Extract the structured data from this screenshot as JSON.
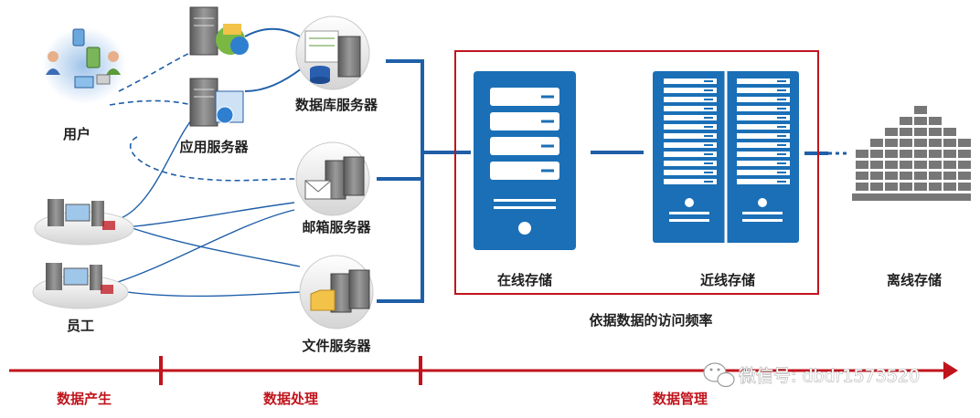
{
  "colors": {
    "accent_red": "#c0141d",
    "storage_blue": "#1a6fb6",
    "line_blue": "#1f5fa8",
    "offline_gray": "#777777"
  },
  "labels": {
    "user": "用户",
    "employee": "员工",
    "app_server": "应用服务器",
    "db_server": "数据库服务器",
    "mail_server": "邮箱服务器",
    "file_server": "文件服务器",
    "online_storage": "在线存储",
    "nearline_storage": "近线存储",
    "offline_storage": "离线存储",
    "access_frequency": "依据数据的访问频率"
  },
  "timeline": {
    "stages": [
      "数据产生",
      "数据处理",
      "数据管理"
    ]
  },
  "watermark": "微信号: dbdr1573520",
  "icons": {
    "users": "users-network-icon",
    "employees": "employee-workstation-icon",
    "app_server": "server-globe-icon",
    "db_server": "database-server-icon",
    "mail_server": "mail-server-icon",
    "file_server": "file-server-icon",
    "online": "online-storage-icon",
    "nearline": "nearline-storage-rack-icon",
    "offline": "offline-tape-storage-icon",
    "wechat": "wechat-icon"
  }
}
